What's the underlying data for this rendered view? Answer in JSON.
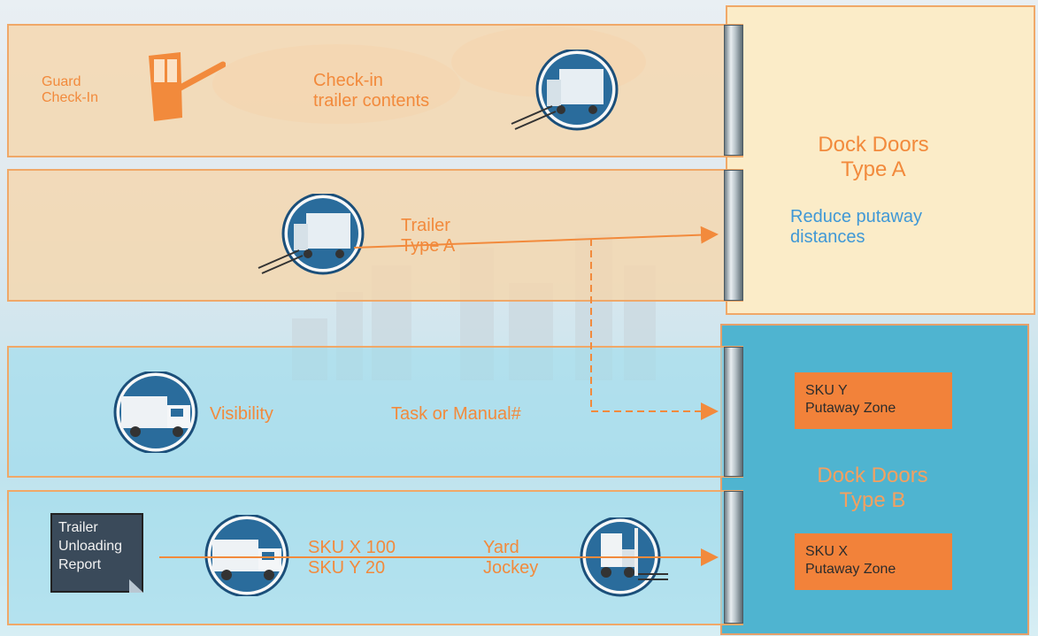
{
  "colors": {
    "accent_orange": "#f28a3c",
    "accent_blue": "#3f98d6",
    "dock_b_fill": "#4fb4d0",
    "dock_a_fill": "#fbecc8",
    "zone_fill": "#f2823a"
  },
  "lanes": {
    "guard": {
      "label": "Guard\nCheck-In",
      "contents_label": "Check-in\ntrailer contents"
    },
    "trailer": {
      "label": "Trailer\nType A"
    },
    "visibility": {
      "label": "Visibility",
      "task_label": "Task or Manual#"
    },
    "unload": {
      "report_label": "Trailer\nUnloading\nReport",
      "sku_label": "SKU X 100\nSKU Y  20",
      "yard_label": "Yard\nJockey"
    }
  },
  "dock_a": {
    "title": "Dock Doors\nType A",
    "note": "Reduce putaway\ndistances"
  },
  "dock_b": {
    "title": "Dock Doors\nType B",
    "zone_y": "SKU Y\nPutaway Zone",
    "zone_x": "SKU X\nPutaway Zone"
  },
  "icons": [
    "guard-booth-icon",
    "trailer-dock-icon",
    "truck-icon",
    "forklift-icon",
    "document-icon"
  ]
}
